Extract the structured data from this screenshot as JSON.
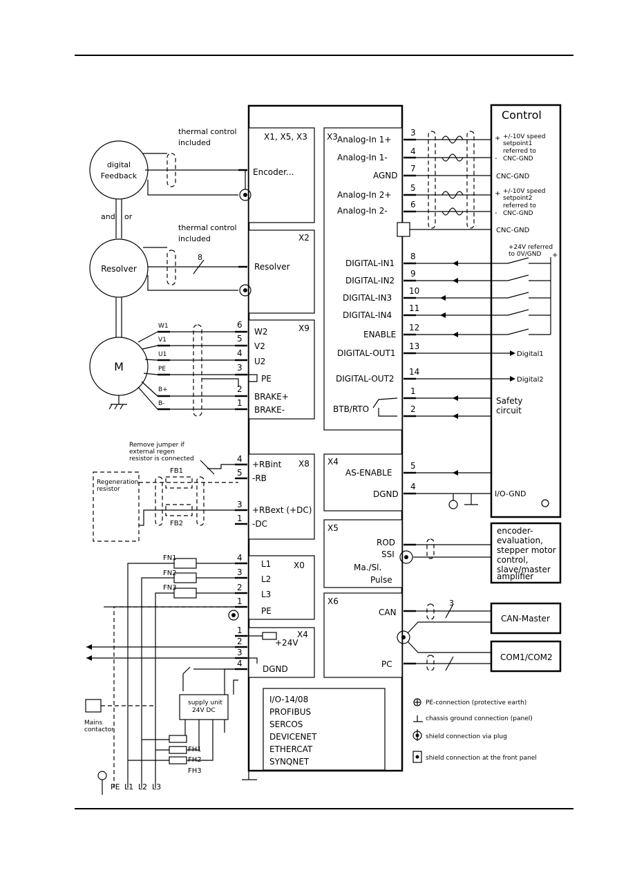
{
  "left_devices": {
    "feedback": "digital\nFeedback",
    "and_or": [
      "and",
      "or"
    ],
    "resolver": "Resolver",
    "motor": "M",
    "thermal_1": [
      "thermal control",
      "included"
    ],
    "thermal_2": [
      "thermal control",
      "included"
    ],
    "wire_count": "8",
    "motor_wires": [
      "W1",
      "V1",
      "U1",
      "PE",
      "B+",
      "B-"
    ],
    "regen_note": [
      "Remove jumper if",
      "external regen",
      "resistor is connected"
    ],
    "regen_resistor": [
      "Regeneration",
      "resistor"
    ],
    "fuses_regen": [
      "FB1",
      "FB2"
    ],
    "fuses_mains": [
      "FN1",
      "FN2",
      "FN3"
    ],
    "fuses_supply": [
      "FH1",
      "FH2",
      "FH3"
    ],
    "supply_unit": [
      "supply unit",
      "24V DC"
    ],
    "mains_contactor": [
      "Mains",
      "contactor"
    ],
    "mains_labels": [
      "PE",
      "L1",
      "L2",
      "L3"
    ]
  },
  "blocks": {
    "x1": {
      "title": "X1, X5, X3",
      "label": "Encoder..."
    },
    "x2": {
      "title": "X2",
      "label": "Resolver"
    },
    "x9": {
      "title": "X9",
      "pins": [
        {
          "n": "6",
          "l": "W2"
        },
        {
          "n": "5",
          "l": "V2"
        },
        {
          "n": "4",
          "l": "U2"
        },
        {
          "n": "3",
          "l": "PE"
        },
        {
          "n": "2",
          "l": "BRAKE+"
        },
        {
          "n": "1",
          "l": "BRAKE-"
        }
      ]
    },
    "x8": {
      "title": "X8",
      "pins": [
        {
          "n": "4",
          "l": "+RBint"
        },
        {
          "n": "5",
          "l": "-RB"
        },
        {
          "n": "3",
          "l": "+RBext (+DC)"
        },
        {
          "n": "1",
          "l": "-DC"
        }
      ]
    },
    "x0": {
      "title": "X0",
      "pins": [
        {
          "n": "4",
          "l": "L1"
        },
        {
          "n": "3",
          "l": "L2"
        },
        {
          "n": "2",
          "l": "L3"
        },
        {
          "n": "1",
          "l": "PE"
        }
      ]
    },
    "x4l": {
      "title": "X4",
      "pins": [
        {
          "n": "1",
          "l": "+24V"
        },
        {
          "n": "2",
          "l": ""
        },
        {
          "n": "3",
          "l": ""
        },
        {
          "n": "4",
          "l": "DGND"
        }
      ]
    },
    "x3": {
      "title": "X3",
      "pins": [
        {
          "n": "3",
          "l": "Analog-In 1+"
        },
        {
          "n": "4",
          "l": "Analog-In 1-"
        },
        {
          "n": "7",
          "l": "AGND"
        },
        {
          "n": "5",
          "l": "Analog-In 2+"
        },
        {
          "n": "6",
          "l": "Analog-In 2-"
        },
        {
          "n": "8",
          "l": "DIGITAL-IN1"
        },
        {
          "n": "9",
          "l": "DIGITAL-IN2"
        },
        {
          "n": "10",
          "l": "DIGITAL-IN3"
        },
        {
          "n": "11",
          "l": "DIGITAL-IN4"
        },
        {
          "n": "12",
          "l": "ENABLE"
        },
        {
          "n": "13",
          "l": "DIGITAL-OUT1"
        },
        {
          "n": "14",
          "l": "DIGITAL-OUT2"
        },
        {
          "n": "1",
          "l": "BTB/RTO"
        },
        {
          "n": "2",
          "l": ""
        }
      ]
    },
    "x4r": {
      "title": "X4",
      "pins": [
        {
          "n": "5",
          "l": "AS-ENABLE"
        },
        {
          "n": "4",
          "l": "DGND"
        }
      ]
    },
    "x5": {
      "title": "X5",
      "lines": [
        "ROD",
        "SSI",
        "Ma./Sl.",
        "Pulse"
      ]
    },
    "x6": {
      "title": "X6",
      "lines": [
        "CAN",
        "PC"
      ],
      "wire_count": "3"
    },
    "options": [
      "I/O-14/08",
      "PROFIBUS",
      "SERCOS",
      "DEVICENET",
      "ETHERCAT",
      "SYNQNET"
    ]
  },
  "control": {
    "title": "Control",
    "speed1": [
      "+/-10V speed",
      "setpoint1",
      "referred to",
      "CNC-GND"
    ],
    "cnc_gnd": "CNC-GND",
    "speed2": [
      "+/-10V speed",
      "setpoint2",
      "referred to",
      "CNC-GND"
    ],
    "cnc_gnd2": "CNC-GND",
    "v24": [
      "+24V referred",
      "to 0V/GND"
    ],
    "digital1": "Digital1",
    "digital2": "Digital2",
    "safety": [
      "Safety",
      "circuit"
    ],
    "io_gnd": "I/O-GND"
  },
  "encoder_eval": [
    "encoder-",
    "evaluation,",
    "stepper motor",
    "control,",
    "slave/master",
    "amplifier"
  ],
  "can_master": "CAN-Master",
  "com": "COM1/COM2",
  "legend": [
    "PE-connection (protective earth)",
    "chassis ground connection (panel)",
    "shield connection via plug",
    "shield connection at the front panel"
  ]
}
